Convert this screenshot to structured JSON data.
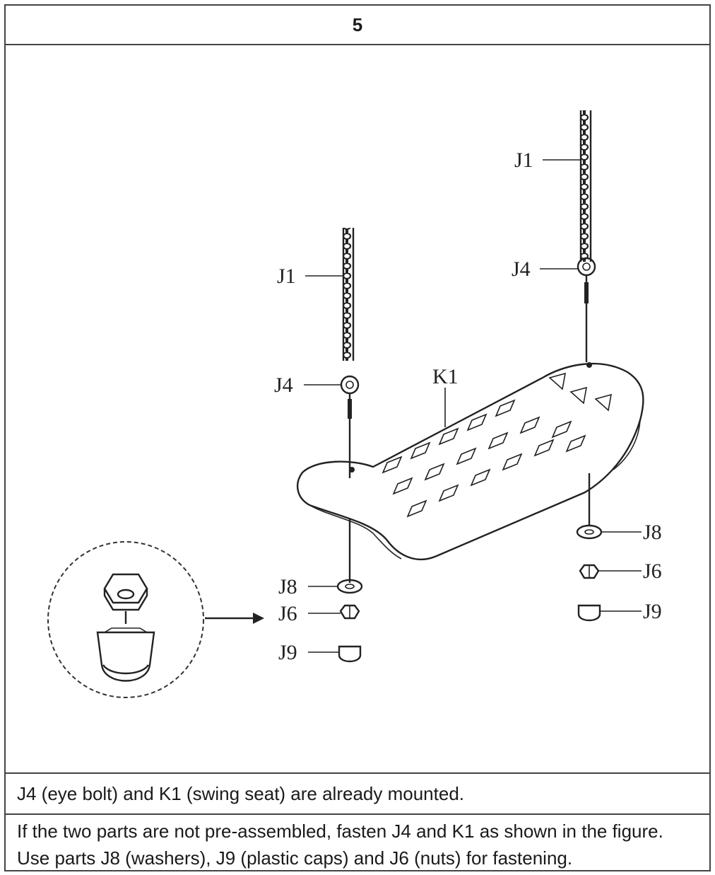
{
  "step": {
    "number": "5"
  },
  "labels": {
    "chain_left": "J1",
    "eyebolt_left": "J4",
    "chain_right": "J1",
    "eyebolt_right": "J4",
    "seat": "K1",
    "washer_left": "J8",
    "nut_left": "J6",
    "cap_left": "J9",
    "washer_right": "J8",
    "nut_right": "J6",
    "cap_right": "J9"
  },
  "notes": {
    "line1": "J4 (eye bolt) and K1 (swing seat) are already mounted.",
    "line2": "If the two parts are not pre-assembled, fasten J4 and K1 as shown in the figure. Use parts J8 (washers), J9 (plastic caps) and J6 (nuts) for fastening."
  }
}
